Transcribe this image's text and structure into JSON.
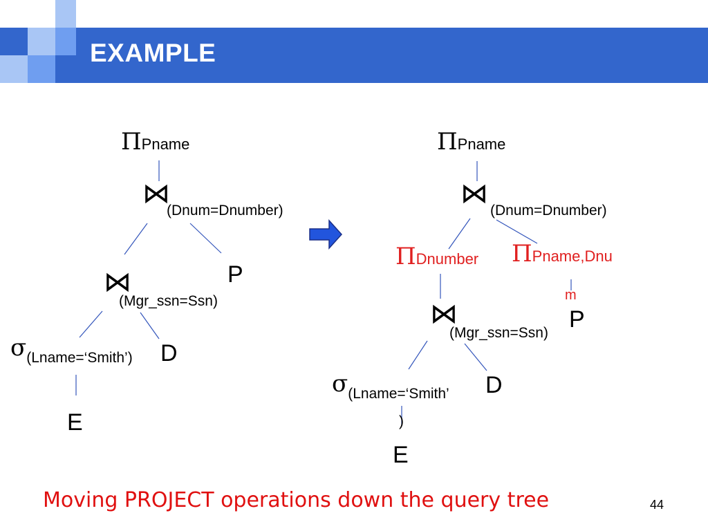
{
  "slide": {
    "title": "EXAMPLE",
    "caption": "Moving PROJECT operations down the query tree",
    "page_number": "44",
    "colors": {
      "banner": "#3366cc",
      "caption": "#e01010",
      "projection_highlight": "#e02020",
      "arrow": "#2255dd"
    }
  },
  "left_tree": {
    "root_symbol": "Π",
    "root_attr": "Pname",
    "join1_symbol": "⋈",
    "join1_cond": "(Dnum=Dnumber)",
    "join2_symbol": "⋈",
    "join2_cond": "(Mgr_ssn=Ssn)",
    "select_symbol": "σ",
    "select_cond": "(Lname=‘Smith’)",
    "leaf_p": "P",
    "leaf_d": "D",
    "leaf_e": "E"
  },
  "transform_arrow": "right-arrow-icon",
  "right_tree": {
    "root_symbol": "Π",
    "root_attr": "Pname",
    "join1_symbol": "⋈",
    "join1_cond": "(Dnum=Dnumber)",
    "proj_left_symbol": "Π",
    "proj_left_attr": "Dnumber",
    "proj_right_symbol": "Π",
    "proj_right_attr": "Pname,Dnu",
    "proj_right_attr_wrap": "m",
    "join2_symbol": "⋈",
    "join2_cond": "(Mgr_ssn=Ssn)",
    "select_symbol": "σ",
    "select_cond": "(Lname=‘Smith’",
    "select_cond_wrap": ")",
    "leaf_p": "P",
    "leaf_d": "D",
    "leaf_e": "E"
  }
}
